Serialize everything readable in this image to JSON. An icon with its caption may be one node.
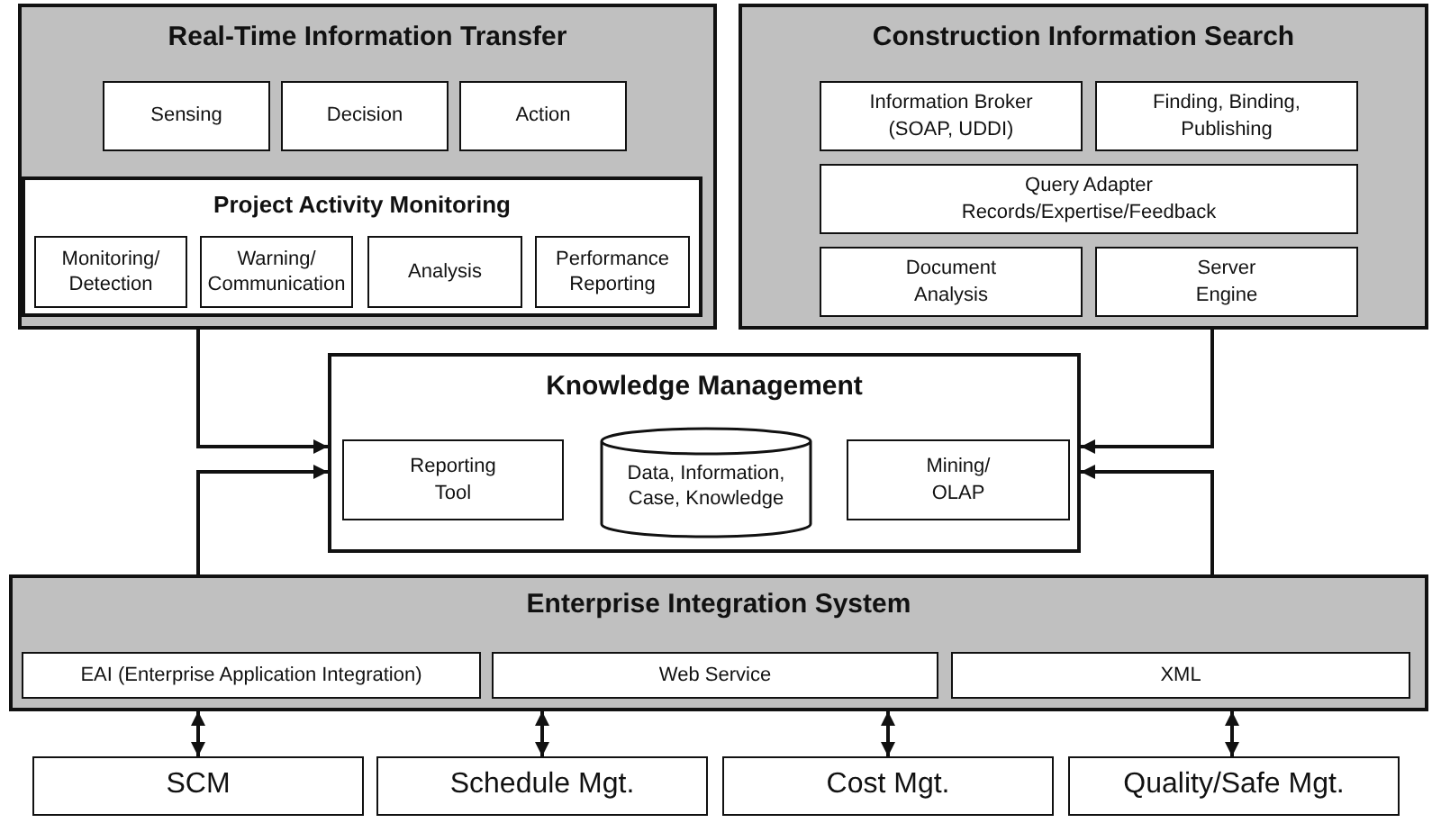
{
  "diagram": {
    "nodes": [
      {
        "text": [
          "Real-Time Information Transfer"
        ]
      },
      {
        "text": [
          "Sensing"
        ],
        "in": 0
      },
      {
        "text": [
          "Decision"
        ],
        "in": 0
      },
      {
        "text": [
          "Action"
        ],
        "in": 0
      },
      {
        "text": [
          "Project Activity Monitoring"
        ],
        "in": 0
      },
      {
        "text": [
          "Monitoring/ Detection"
        ],
        "in": 4
      },
      {
        "text": [
          "Warning/ Communication"
        ],
        "in": 4
      },
      {
        "text": [
          "Analysis"
        ],
        "in": 4
      },
      {
        "text": [
          "Performance Reporting"
        ],
        "in": 4
      },
      {
        "text": [
          "Construction Information Search"
        ]
      },
      {
        "text": [
          "Information Broker (SOAP, UDDI)"
        ],
        "in": 9
      },
      {
        "text": [
          "Finding, Binding, Publishing"
        ],
        "in": 9
      },
      {
        "text": [
          "Query Adapter Records/Expertise/Feedback"
        ],
        "in": 9
      },
      {
        "text": [
          "Document Analysis"
        ],
        "in": 9
      },
      {
        "text": [
          "Server Engine"
        ],
        "in": 9
      },
      {
        "text": [
          "Knowledge Management"
        ]
      },
      {
        "text": [
          "Reporting Tool"
        ],
        "in": 15
      },
      {
        "text": [
          "Data, Information, Case, Knowledge"
        ],
        "in": 15
      },
      {
        "text": [
          "Mining/ OLAP"
        ],
        "in": 15
      },
      {
        "text": [
          "Enterprise Integration System"
        ]
      },
      {
        "text": [
          "EAI (Enterprise Application Integration)"
        ],
        "in": 19
      },
      {
        "text": [
          "Web Service"
        ],
        "in": 19
      },
      {
        "text": [
          "XML"
        ],
        "in": 19
      },
      {
        "text": [
          "SCM"
        ]
      },
      {
        "text": [
          "Schedule Mgt."
        ]
      },
      {
        "text": [
          "Cost Mgt."
        ]
      },
      {
        "text": [
          "Quality/Safe Mgt."
        ]
      }
    ],
    "edges": [
      {
        "from": 0,
        "to": 15,
        "arrow": "to"
      },
      {
        "from": 19,
        "to": 15,
        "arrow": "to"
      },
      {
        "from": 9,
        "to": 15,
        "arrow": "to"
      },
      {
        "from": 19,
        "to": 15,
        "arrow": "to"
      },
      {
        "from": 19,
        "to": 23,
        "arrow": "both"
      },
      {
        "from": 19,
        "to": 24,
        "arrow": "both"
      },
      {
        "from": 19,
        "to": 25,
        "arrow": "both"
      },
      {
        "from": 19,
        "to": 26,
        "arrow": "both"
      }
    ]
  }
}
